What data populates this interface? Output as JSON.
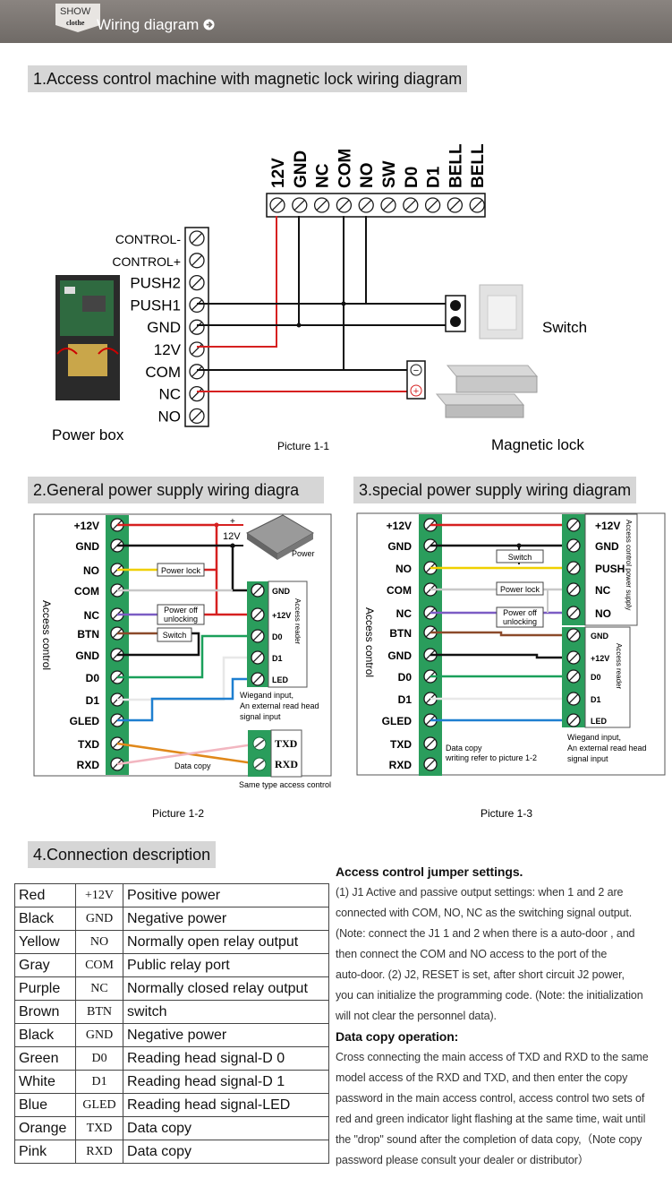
{
  "banner": {
    "show": "SHOW",
    "clothe": "clothe",
    "title": "Wiring diagram",
    "arrow_icon": "circle-arrow-right-icon"
  },
  "section1": {
    "title": "1.Access control machine with magnetic lock wiring diagram",
    "top_terminals": [
      "12V",
      "GND",
      "NC",
      "COM",
      "NO",
      "SW",
      "D0",
      "D1",
      "BELL",
      "BELL"
    ],
    "left_terminals": [
      "CONTROL-",
      "CONTROL+",
      "PUSH2",
      "PUSH1",
      "GND",
      "12V",
      "COM",
      "NC",
      "NO"
    ],
    "power_box": "Power box",
    "switch": "Switch",
    "magnetic_lock": "Magnetic lock",
    "caption": "Picture 1-1"
  },
  "section2": {
    "title": "2.General power supply wiring diagra",
    "side_label": "Access control",
    "pins": [
      "+12V",
      "GND",
      "NO",
      "COM",
      "NC",
      "BTN",
      "GND",
      "D0",
      "D1",
      "GLED",
      "TXD",
      "RXD"
    ],
    "plus": "+",
    "minus": "−",
    "v12": "12V",
    "power": "Power",
    "power_lock": "Power lock",
    "power_off": "Power off",
    "unlocking": "unlocking",
    "switch": "Switch",
    "reader_pins": [
      "GND",
      "+12V",
      "D0",
      "D1",
      "LED"
    ],
    "reader_label": "Access reader",
    "wiegand1": "Wiegand input,",
    "wiegand2": "An external read head",
    "wiegand3": "signal input",
    "data_copy": "Data copy",
    "same_pins": [
      "TXD",
      "RXD"
    ],
    "same_type": "Same type access control",
    "caption": "Picture 1-2"
  },
  "section3": {
    "title": "3.special power supply wiring diagram",
    "side_label": "Access control",
    "pins": [
      "+12V",
      "GND",
      "NO",
      "COM",
      "NC",
      "BTN",
      "GND",
      "D0",
      "D1",
      "GLED",
      "TXD",
      "RXD"
    ],
    "switch": "Switch",
    "power_lock": "Power lock",
    "power_off": "Power off",
    "unlocking": "unlocking",
    "psu_pins": [
      "+12V",
      "GND",
      "PUSH",
      "NC",
      "NO"
    ],
    "psu_label": "Access control power supply",
    "reader_pins": [
      "GND",
      "+12V",
      "D0",
      "D1",
      "LED"
    ],
    "reader_label": "Access reader",
    "wiegand1": "Wiegand input,",
    "wiegand2": "An external read head",
    "wiegand3": "signal input",
    "datacopy1": "Data copy",
    "datacopy2": "writing refer to picture 1-2",
    "caption": "Picture 1-3"
  },
  "section4": {
    "title": "4.Connection description",
    "rows": [
      {
        "color": "Red",
        "code": "+12V",
        "desc": "Positive power"
      },
      {
        "color": "Black",
        "code": "GND",
        "desc": "Negative power"
      },
      {
        "color": "Yellow",
        "code": "NO",
        "desc": "Normally open relay output"
      },
      {
        "color": "Gray",
        "code": "COM",
        "desc": "Public relay port"
      },
      {
        "color": "Purple",
        "code": "NC",
        "desc": "Normally closed relay  output"
      },
      {
        "color": "Brown",
        "code": "BTN",
        "desc": "switch"
      },
      {
        "color": "Black",
        "code": "GND",
        "desc": "Negative power"
      },
      {
        "color": "Green",
        "code": "D0",
        "desc": "Reading head signal-D 0"
      },
      {
        "color": "White",
        "code": "D1",
        "desc": "Reading head signal-D 1"
      },
      {
        "color": "Blue",
        "code": "GLED",
        "desc": "Reading head signal-LED"
      },
      {
        "color": "Orange",
        "code": "TXD",
        "desc": "Data copy"
      },
      {
        "color": "Pink",
        "code": "RXD",
        "desc": "Data copy"
      }
    ]
  },
  "notes": {
    "jumper_title": "Access control jumper settings.",
    "jumper_lines": [
      "(1) J1   Active and passive output settings: when 1 and 2 are",
      "connected with COM, NO, NC as the switching signal output.",
      "(Note: connect the J1 1 and 2 when there is a auto-door , and",
      "then connect the COM and NO access to the port of the",
      "auto-door.   (2) J2, RESET is set, after short circuit J2 power,",
      "you can initialize the programming code. (Note: the initialization",
      "will not clear the personnel data)."
    ],
    "copy_title": "Data copy operation:",
    "copy_lines": [
      "Cross connecting the main access of TXD and RXD to the same",
      "model access of the RXD and TXD, and then enter the copy",
      "password in the main access control, access control two sets of",
      "red and green indicator light flashing at the same time, wait until",
      "the \"drop\" sound after the completion of data copy,（Note copy",
      "password please consult your dealer or distributor）"
    ]
  },
  "colors": {
    "red": "#d62020",
    "black": "#111111",
    "yellow": "#f0d000",
    "gray": "#c8c8c8",
    "purple": "#7b5cc4",
    "brown": "#8b4a2a",
    "green": "#1aa05a",
    "white": "#e8e8e8",
    "blue": "#1e7fd0",
    "orange": "#e0881a",
    "pink": "#f2b6c0",
    "terminal_green": "#2a9d5c"
  }
}
